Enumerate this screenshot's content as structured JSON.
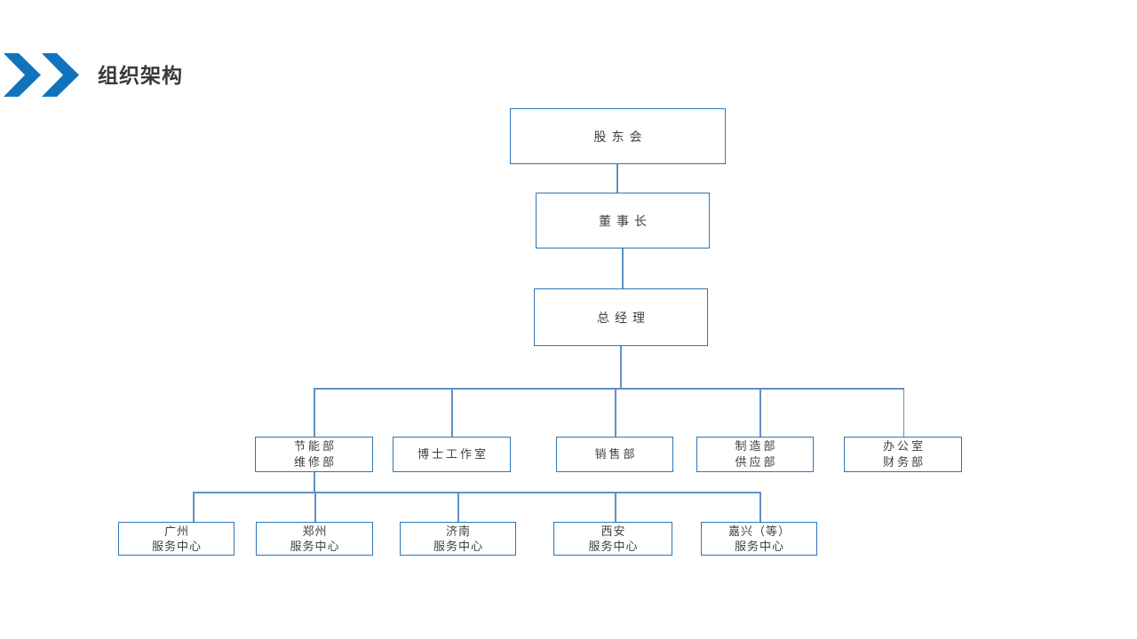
{
  "header": {
    "title": "组织架构"
  },
  "colors": {
    "accent_blue": "#1173BD",
    "box_border": "#2E75B6",
    "connector_line": "#5F90C7",
    "title_text": "#3A3A3A",
    "box_text": "#404040",
    "background": "#FFFFFF"
  },
  "org_chart": {
    "type": "org-tree",
    "nodes": [
      {
        "key": "shareholders",
        "label": "股东会",
        "label2": ""
      },
      {
        "key": "chairman",
        "label": "董事长",
        "label2": ""
      },
      {
        "key": "general-manager",
        "label": "总经理",
        "label2": ""
      },
      {
        "key": "energy-maintenance",
        "label": "节能部",
        "label2": "维修部"
      },
      {
        "key": "doctor-studio",
        "label": "博士工作室",
        "label2": ""
      },
      {
        "key": "sales",
        "label": "销售部",
        "label2": ""
      },
      {
        "key": "manufacturing-supply",
        "label": "制造部",
        "label2": "供应部"
      },
      {
        "key": "office-finance",
        "label": "办公室",
        "label2": "财务部"
      },
      {
        "key": "guangzhou-center",
        "label": "广州",
        "label2": "服务中心"
      },
      {
        "key": "zhengzhou-center",
        "label": "郑州",
        "label2": "服务中心"
      },
      {
        "key": "jinan-center",
        "label": "济南",
        "label2": "服务中心"
      },
      {
        "key": "xian-center",
        "label": "西安",
        "label2": "服务中心"
      },
      {
        "key": "jiaxing-center",
        "label": "嘉兴（等）",
        "label2": "服务中心"
      }
    ],
    "edges": [
      [
        "股东会",
        "董事长"
      ],
      [
        "董事长",
        "总经理"
      ],
      [
        "总经理",
        "节能部/维修部"
      ],
      [
        "总经理",
        "博士工作室"
      ],
      [
        "总经理",
        "销售部"
      ],
      [
        "总经理",
        "制造部/供应部"
      ],
      [
        "总经理",
        "办公室/财务部"
      ],
      [
        "节能部/维修部",
        "广州服务中心"
      ],
      [
        "节能部/维修部",
        "郑州服务中心"
      ],
      [
        "节能部/维修部",
        "济南服务中心"
      ],
      [
        "节能部/维修部",
        "西安服务中心"
      ],
      [
        "节能部/维修部",
        "嘉兴（等）服务中心"
      ]
    ]
  }
}
